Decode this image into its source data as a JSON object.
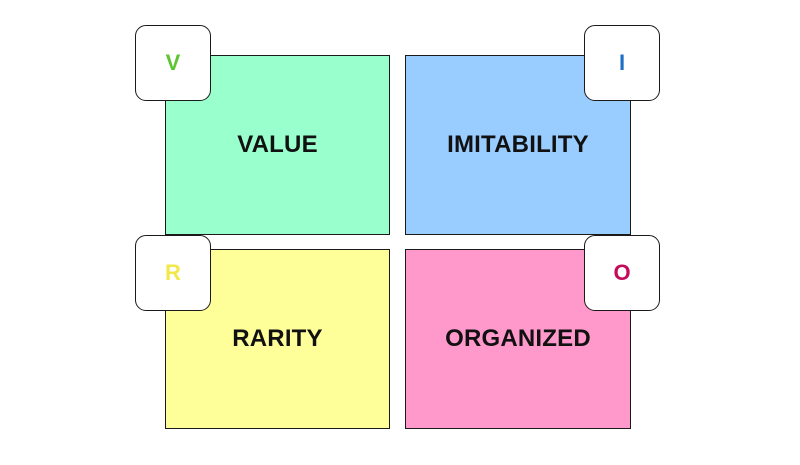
{
  "quadrants": [
    {
      "label": "VALUE",
      "color": "#99ffcc"
    },
    {
      "label": "IMITABILITY",
      "color": "#99ccff"
    },
    {
      "label": "RARITY",
      "color": "#ffff99"
    },
    {
      "label": "ORGANIZED",
      "color": "#ff99cc"
    }
  ],
  "badges": [
    {
      "letter": "V",
      "color": "#5cc531"
    },
    {
      "letter": "I",
      "color": "#1f6fc5"
    },
    {
      "letter": "R",
      "color": "#f2e84b"
    },
    {
      "letter": "O",
      "color": "#c40a5a"
    }
  ]
}
